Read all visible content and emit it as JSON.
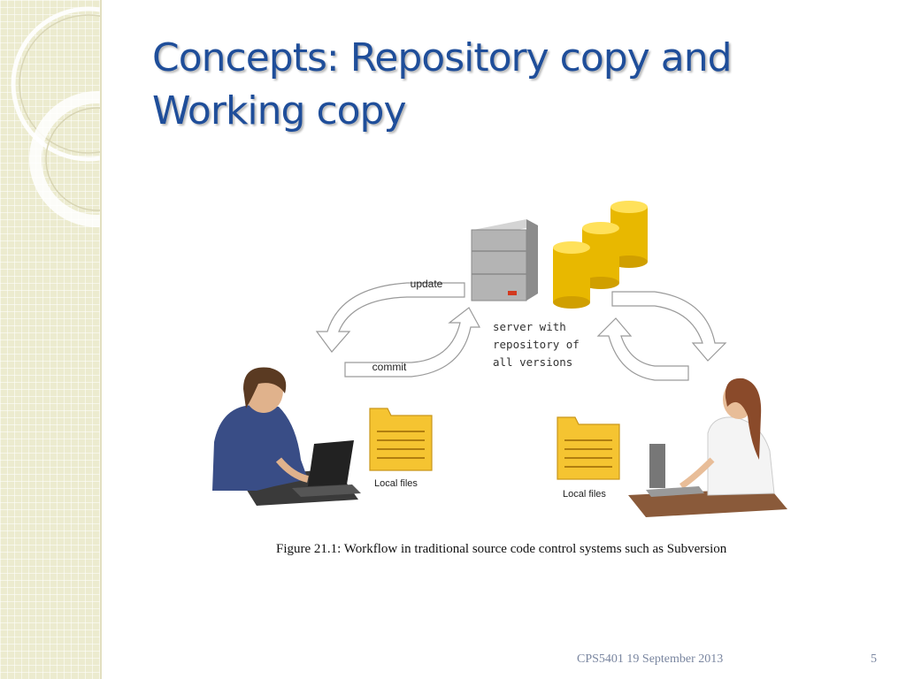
{
  "slide": {
    "title": "Concepts: Repository copy and Working copy",
    "footer": "CPS5401  19 September 2013",
    "page_number": "5"
  },
  "figure": {
    "update_label": "update",
    "commit_label": "commit",
    "server_caption": "server with\nrepository of\nall versions",
    "local_files_left": "Local files",
    "local_files_right": "Local files",
    "caption": "Figure 21.1: Workflow in traditional source code control systems such as Subversion"
  },
  "colors": {
    "title": "#1f4e9a",
    "side_band": "#ecebcf",
    "folder": "#f5c431",
    "database": "#e8b800",
    "server": "#a9a9a9"
  },
  "icons": [
    "server-icon",
    "database-icon",
    "folder-icon",
    "laptop-icon",
    "person-icon",
    "cycle-arrow-icon"
  ]
}
